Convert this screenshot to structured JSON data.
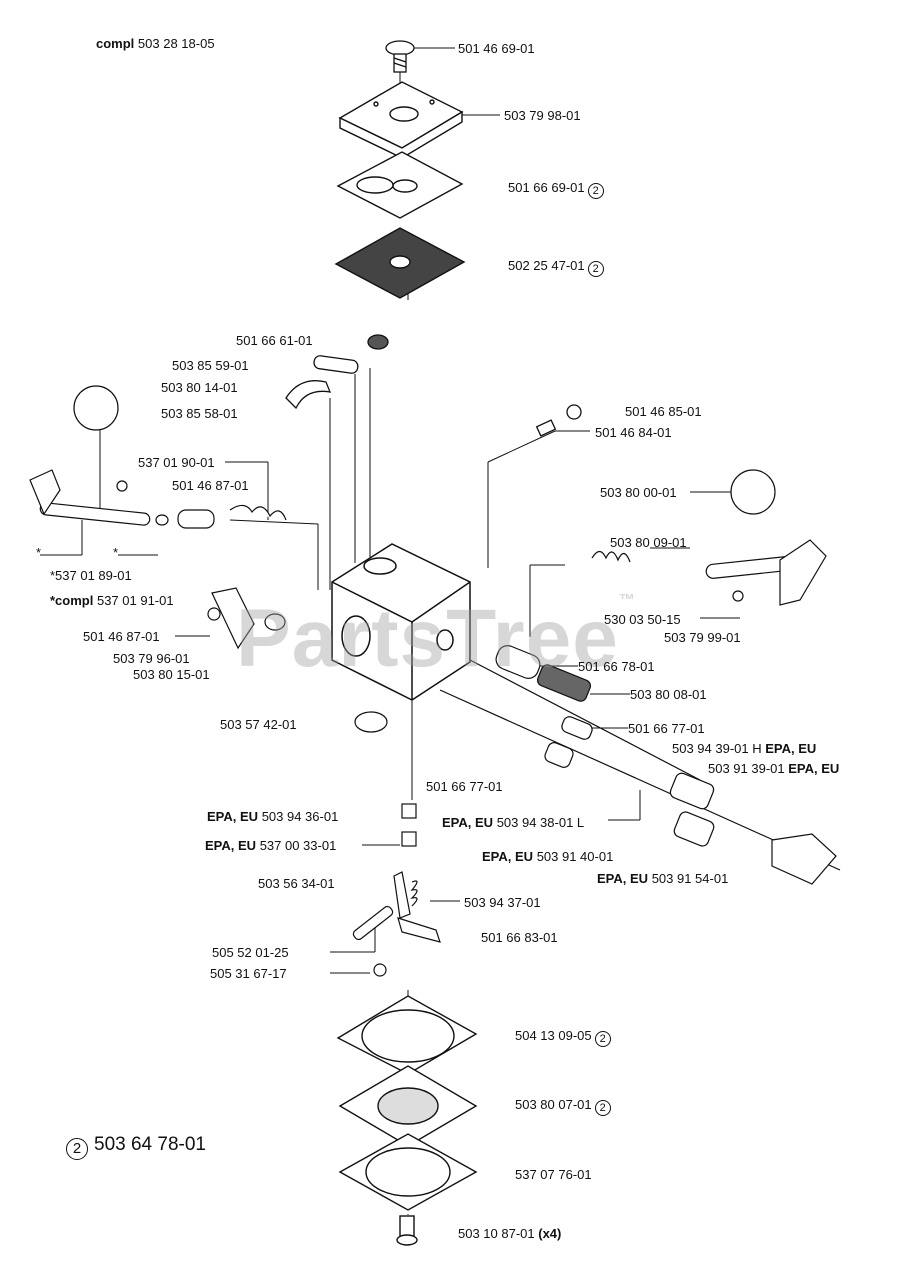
{
  "kit_label": {
    "bold": "compl",
    "number": "503 28 18-05"
  },
  "legend": {
    "marker": "2",
    "number": "503 64 78-01"
  },
  "watermark": "PartsTree",
  "watermark_tm": "™",
  "labels": [
    {
      "id": "p1",
      "text": "501 46 69-01"
    },
    {
      "id": "p2",
      "text": "503 79 98-01"
    },
    {
      "id": "p3",
      "text": "501 66 69-01",
      "marker": "2"
    },
    {
      "id": "p4",
      "text": "502 25 47-01",
      "marker": "2"
    },
    {
      "id": "p5",
      "text": "501 66 61-01"
    },
    {
      "id": "p6",
      "text": "503 85 59-01"
    },
    {
      "id": "p7",
      "text": "503 80 14-01"
    },
    {
      "id": "p8",
      "text": "503 85 58-01"
    },
    {
      "id": "p9",
      "text": "501 46 85-01"
    },
    {
      "id": "p10",
      "text": "501 46 84-01"
    },
    {
      "id": "p11",
      "text": "537 01 90-01"
    },
    {
      "id": "p12",
      "text": "501 46 87-01"
    },
    {
      "id": "p13",
      "text": "503 80 00-01"
    },
    {
      "id": "p14",
      "text": "503 80 09-01"
    },
    {
      "id": "p15",
      "text": "*"
    },
    {
      "id": "p16",
      "text": "*"
    },
    {
      "id": "p17",
      "text": "*537 01 89-01"
    },
    {
      "id": "p18",
      "bold": "*compl",
      "text": "537 01 91-01"
    },
    {
      "id": "p19",
      "text": "530 03 50-15"
    },
    {
      "id": "p20",
      "text": "503 79 99-01"
    },
    {
      "id": "p21",
      "text": "501 46 87-01"
    },
    {
      "id": "p22",
      "text": "503 79 96-01"
    },
    {
      "id": "p23",
      "text": "503 80 15-01"
    },
    {
      "id": "p24",
      "text": "501 66 78-01"
    },
    {
      "id": "p25",
      "text": "503 80 08-01"
    },
    {
      "id": "p26",
      "text": "503 57 42-01"
    },
    {
      "id": "p27",
      "text": "501 66 77-01"
    },
    {
      "id": "p28",
      "text": "503 94 39-01 H",
      "suffix_bold": "EPA, EU"
    },
    {
      "id": "p29",
      "text": "503 91 39-01",
      "suffix_bold": "EPA, EU"
    },
    {
      "id": "p30",
      "text": "501 66 77-01"
    },
    {
      "id": "p31",
      "prefix_bold": "EPA, EU",
      "text": "503 94 36-01"
    },
    {
      "id": "p32",
      "prefix_bold": "EPA, EU",
      "text": "503 94 38-01 L"
    },
    {
      "id": "p33",
      "prefix_bold": "EPA, EU",
      "text": "537 00 33-01"
    },
    {
      "id": "p34",
      "prefix_bold": "EPA, EU",
      "text": "503 91 40-01"
    },
    {
      "id": "p35",
      "prefix_bold": "EPA, EU",
      "text": "503 91 54-01"
    },
    {
      "id": "p36",
      "text": "503 56 34-01"
    },
    {
      "id": "p37",
      "text": "503 94 37-01"
    },
    {
      "id": "p38",
      "text": "501 66 83-01"
    },
    {
      "id": "p39",
      "text": "505 52 01-25"
    },
    {
      "id": "p40",
      "text": "505 31 67-17"
    },
    {
      "id": "p41",
      "text": "504 13 09-05",
      "marker": "2"
    },
    {
      "id": "p42",
      "text": "503 80 07-01",
      "marker": "2"
    },
    {
      "id": "p43",
      "text": "537 07 76-01"
    },
    {
      "id": "p44",
      "text": "503 10 87-01",
      "suffix_bold": "(x4)"
    }
  ]
}
